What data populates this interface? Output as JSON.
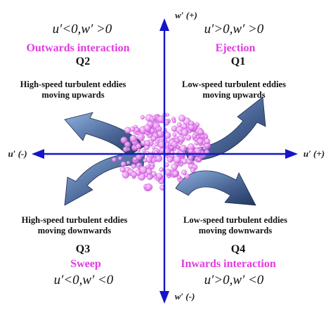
{
  "axes": {
    "w_pos": "w′ (+)",
    "w_neg": "w′ (-)",
    "u_pos": "u′ (+)",
    "u_neg": "u′ (-)"
  },
  "quadrants": {
    "q1": {
      "condition": "u′>0,w′ >0",
      "name": "Ejection",
      "number": "Q1",
      "desc_line1": "Low-speed turbulent eddies",
      "desc_line2": "moving upwards"
    },
    "q2": {
      "condition": "u′<0,w′ >0",
      "name": "Outwards interaction",
      "number": "Q2",
      "desc_line1": "High-speed turbulent eddies",
      "desc_line2": "moving upwards"
    },
    "q3": {
      "condition": "u′<0,w′ <0",
      "name": "Sweep",
      "number": "Q3",
      "desc_line1": "High-speed turbulent eddies",
      "desc_line2": "moving downwards"
    },
    "q4": {
      "condition": "u′>0,w′ <0",
      "name": "Inwards interaction",
      "number": "Q4",
      "desc_line1": "Low-speed turbulent eddies",
      "desc_line2": "moving downwards"
    }
  },
  "colors": {
    "axis": "#1515c8",
    "accent": "#e23be0",
    "arrow_dark": "#2a3e66",
    "arrow_light": "#8fb2df",
    "bubble": "#e87ff0"
  }
}
